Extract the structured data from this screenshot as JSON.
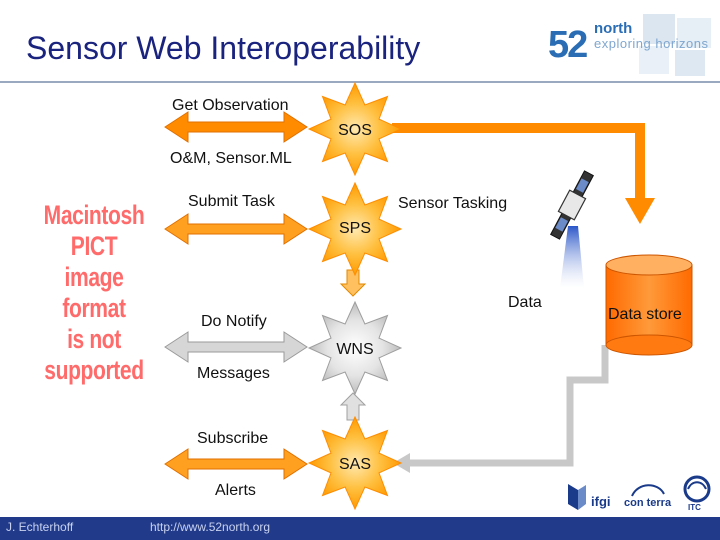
{
  "slide": {
    "title": "Sensor Web Interoperability",
    "missing_image_text": [
      "Macintosh PICT",
      "image format",
      "is not supported"
    ]
  },
  "logo": {
    "number": "52",
    "word": "north",
    "tagline": "exploring horizons"
  },
  "services": {
    "sos": "SOS",
    "sps": "SPS",
    "wns": "WNS",
    "sas": "SAS"
  },
  "labels": {
    "get_observation": "Get Observation",
    "om_sensorml": "O&M, Sensor.ML",
    "submit_task": "Submit Task",
    "sensor_tasking": "Sensor Tasking",
    "data": "Data",
    "do_notify": "Do Notify",
    "messages": "Messages",
    "subscribe": "Subscribe",
    "alerts": "Alerts",
    "data_store": "Data store"
  },
  "partners": {
    "ifgi": "ifgi",
    "conterra": "con terra",
    "itc": "ITC"
  },
  "footer": {
    "author": "J. Echterhoff",
    "url": "http://www.52north.org",
    "page": ""
  },
  "colors": {
    "title": "#1a237e",
    "orange": "#ff8c00",
    "grey": "#bdbdbd",
    "footer": "#213a8a"
  }
}
